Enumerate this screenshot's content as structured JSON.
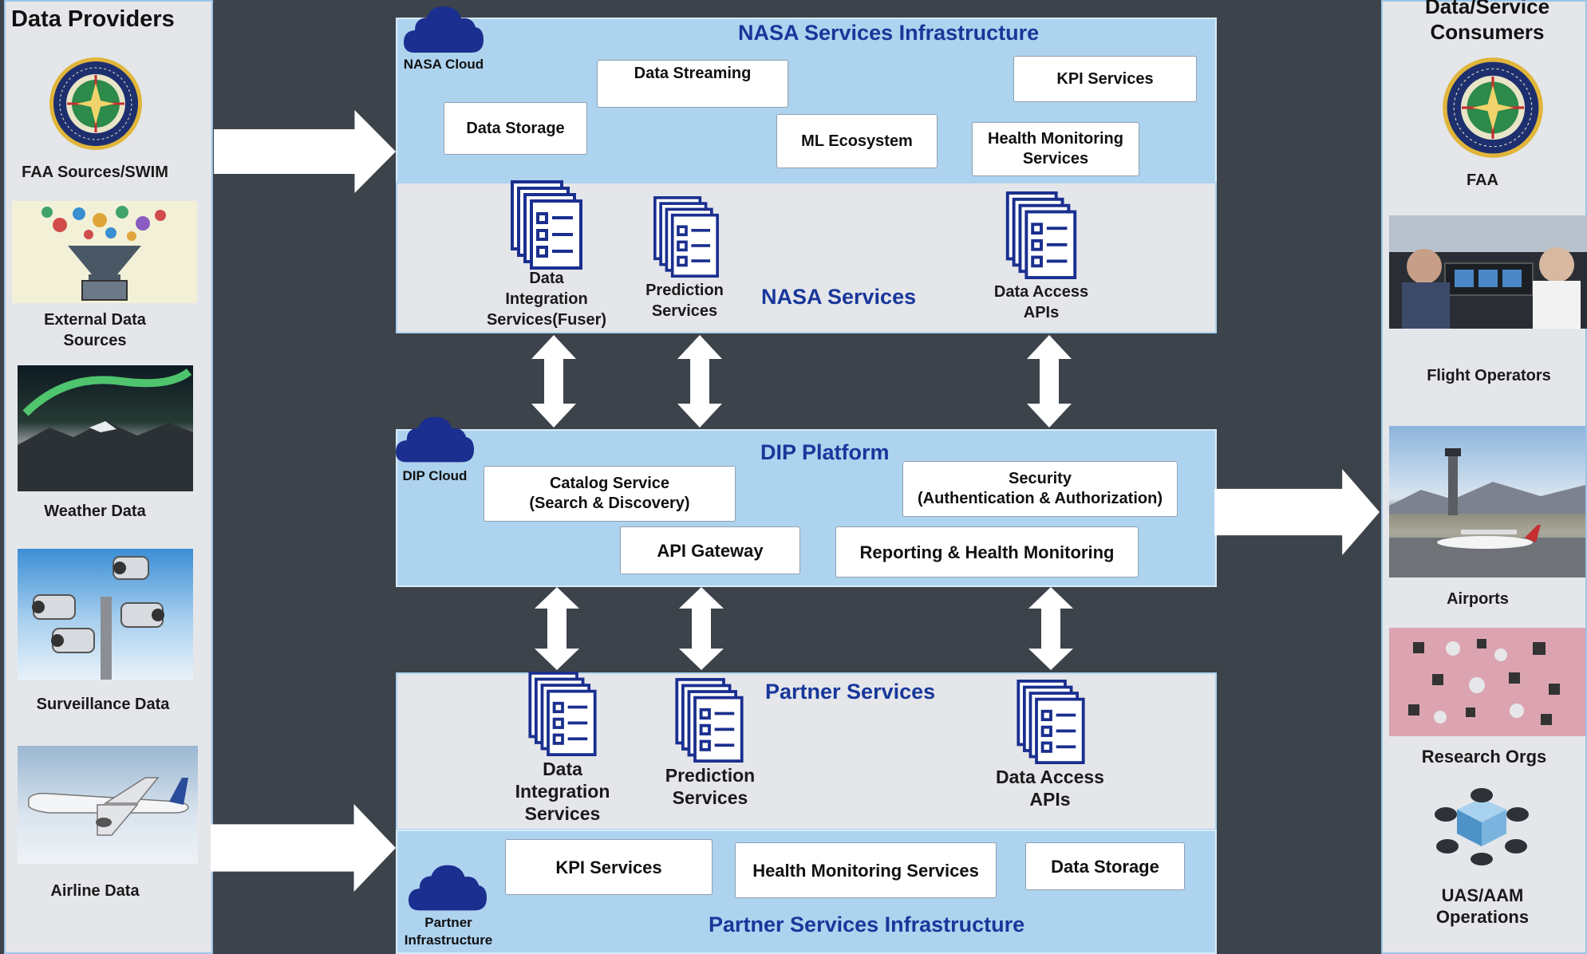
{
  "providers": {
    "title": "Data Providers",
    "items": [
      {
        "label": "FAA Sources/SWIM"
      },
      {
        "label": "External Data\nSources"
      },
      {
        "label": "Weather Data"
      },
      {
        "label": "Surveillance Data"
      },
      {
        "label": "Airline Data"
      }
    ]
  },
  "consumers": {
    "title": "Data/Service\nConsumers",
    "items": [
      {
        "label": "FAA"
      },
      {
        "label": "Flight Operators"
      },
      {
        "label": "Airports"
      },
      {
        "label": "Research Orgs"
      },
      {
        "label": "UAS/AAM\nOperations"
      }
    ]
  },
  "nasa_infra": {
    "title": "NASA Services Infrastructure",
    "cloud_label": "NASA Cloud",
    "boxes": {
      "data_streaming": "Data Streaming",
      "kpi_services": "KPI Services",
      "data_storage": "Data Storage",
      "ml_ecosystem": "ML Ecosystem",
      "health_monitoring": "Health Monitoring\nServices"
    }
  },
  "nasa_services": {
    "title": "NASA Services",
    "items": {
      "data_integration": "Data\nIntegration\nServices(Fuser)",
      "prediction": "Prediction\nServices",
      "data_access": "Data Access\nAPIs"
    }
  },
  "dip": {
    "title": "DIP Platform",
    "cloud_label": "DIP Cloud",
    "boxes": {
      "catalog": "Catalog Service\n(Search & Discovery)",
      "security": "Security\n(Authentication & Authorization)",
      "api_gateway": "API Gateway",
      "reporting": "Reporting & Health Monitoring"
    }
  },
  "partner_services": {
    "title": "Partner Services",
    "items": {
      "data_integration": "Data\nIntegration\nServices",
      "prediction": "Prediction\nServices",
      "data_access": "Data Access\nAPIs"
    }
  },
  "partner_infra": {
    "title": "Partner Services Infrastructure",
    "cloud_label": "Partner\nInfrastructure",
    "boxes": {
      "kpi_services": "KPI Services",
      "health_monitoring": "Health Monitoring Services",
      "data_storage": "Data Storage"
    }
  },
  "colors": {
    "background": "#3d434b",
    "section_blue": "#add3ef",
    "section_gray": "#e4e6ea",
    "title_blue": "#18379a",
    "icon_blue": "#1a2f8f"
  }
}
